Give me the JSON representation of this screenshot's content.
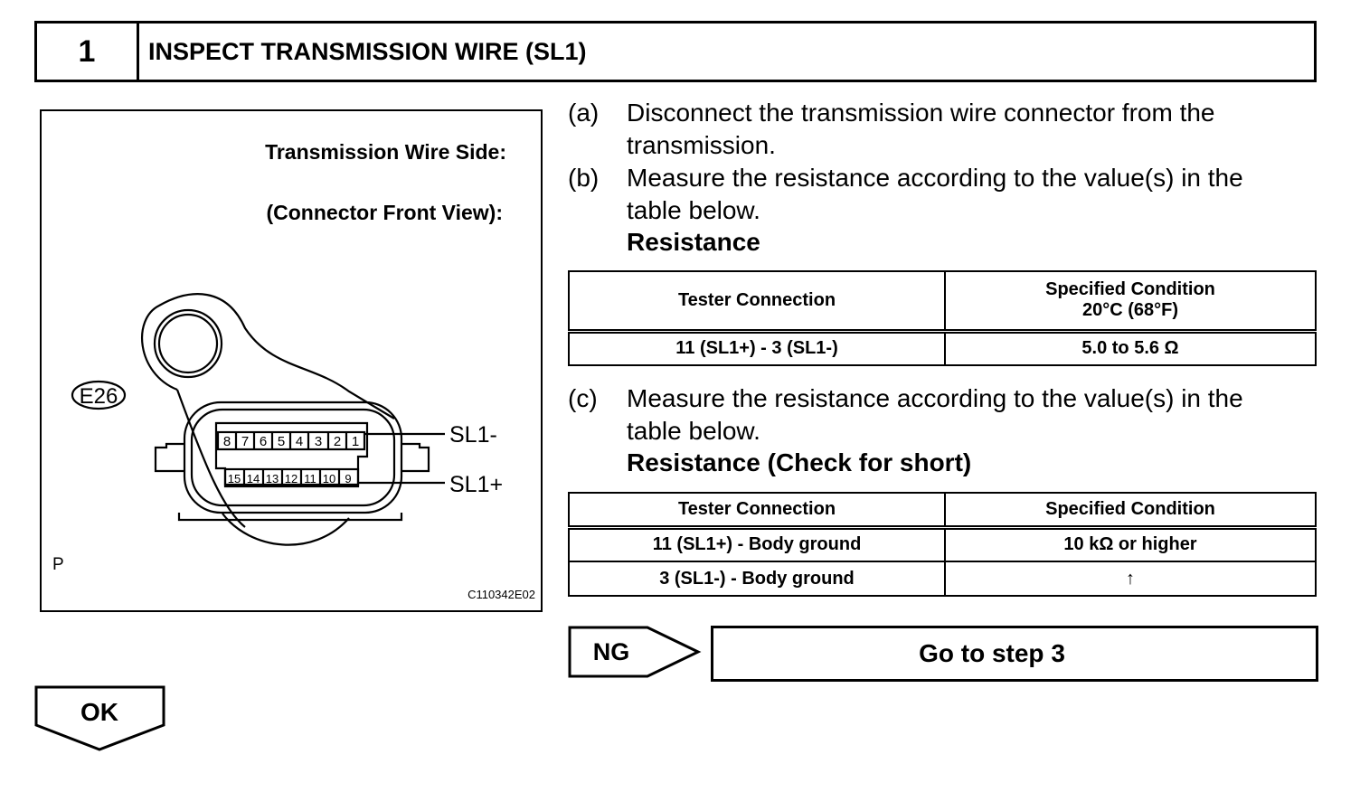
{
  "header": {
    "step_number": "1",
    "title": "INSPECT TRANSMISSION WIRE (SL1)"
  },
  "figure": {
    "title_line1": "Transmission Wire Side:",
    "title_line2": "(Connector Front View):",
    "connector_id": "E26",
    "top_pins": [
      "8",
      "7",
      "6",
      "5",
      "4",
      "3",
      "2",
      "1"
    ],
    "bottom_pins": [
      "15",
      "14",
      "13",
      "12",
      "11",
      "10",
      "9"
    ],
    "label_sl1_minus": "SL1-",
    "label_sl1_plus": "SL1+",
    "corner_letter": "P",
    "figure_code": "C110342E02"
  },
  "instructions": {
    "a_letter": "(a)",
    "a_line1": "Disconnect the transmission wire connector from the",
    "a_line2": "transmission.",
    "b_letter": "(b)",
    "b_line1": "Measure the resistance according to the value(s) in the",
    "b_line2": "table below.",
    "b_heading": "Resistance",
    "c_letter": "(c)",
    "c_line1": "Measure the resistance according to the value(s) in the",
    "c_line2": "table below.",
    "c_heading": "Resistance (Check for short)"
  },
  "table1": {
    "col1": "Tester Connection",
    "col2_line1": "Specified Condition",
    "col2_line2": "20°C (68°F)",
    "rows": [
      {
        "connection": "11 (SL1+) - 3 (SL1-)",
        "condition": "5.0 to 5.6 Ω"
      }
    ]
  },
  "table2": {
    "col1": "Tester Connection",
    "col2": "Specified Condition",
    "rows": [
      {
        "connection": "11 (SL1+) - Body ground",
        "condition": "10 kΩ or higher"
      },
      {
        "connection": "3 (SL1-) - Body ground",
        "condition": "↑"
      }
    ]
  },
  "ng_label": "NG",
  "goto_label": "Go to step 3",
  "ok_label": "OK"
}
